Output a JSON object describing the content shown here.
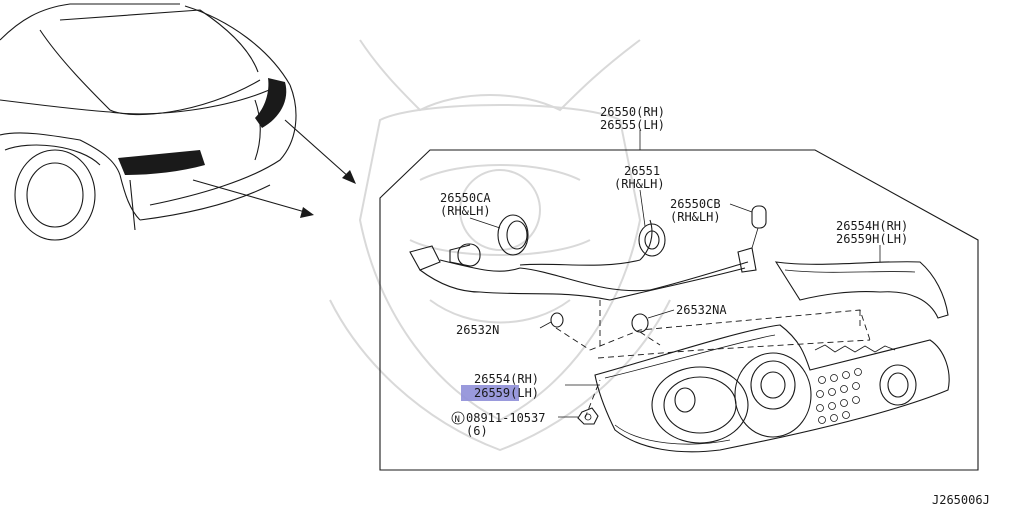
{
  "diagram_id": "J265006J",
  "highlight_color": "#8f8fd8",
  "callouts": {
    "assembly_rh": "26550(RH)",
    "assembly_lh": "26555(LH)",
    "socket_a_code": "26550CA",
    "socket_a_side": "(RH&LH)",
    "socket_main_code": "26551",
    "socket_main_side": "(RH&LH)",
    "socket_b_code": "26550CB",
    "socket_b_side": "(RH&LH)",
    "finisher_rh": "26554H(RH)",
    "finisher_lh": "26559H(LH)",
    "grommet_na": "26532NA",
    "grommet_n": "26532N",
    "lens_rh": "26554(RH)",
    "lens_lh": "26559(LH)",
    "nut_prefix": "N",
    "nut_code": "08911-10537",
    "nut_qty": "(6)"
  }
}
